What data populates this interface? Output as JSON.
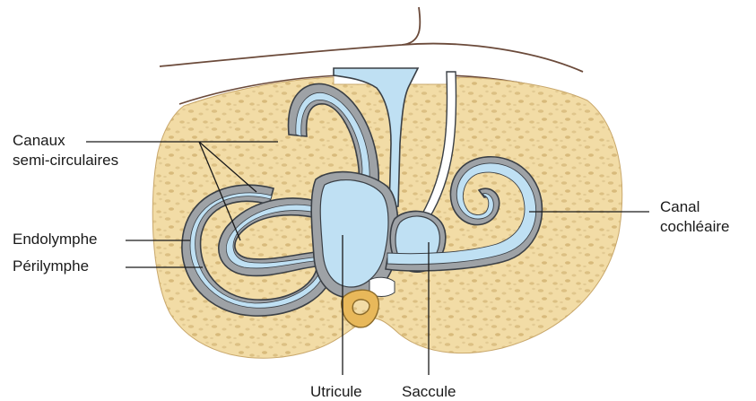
{
  "labels": {
    "canaux_line1": "Canaux",
    "canaux_line2": "semi-circulaires",
    "endolymphe": "Endolymphe",
    "perilymphe": "Périlymphe",
    "canal_line1": "Canal",
    "canal_line2": "cochléaire",
    "utricule": "Utricule",
    "saccule": "Saccule"
  },
  "colors": {
    "bone": "#f2dca6",
    "bone_speckle": "#d9bc7e",
    "perilymph_gray": "#9ea2a6",
    "endolymph_blue": "#bfe0f3",
    "outline": "#3a3f45",
    "tissue_line": "#6b4a3a",
    "ossicle": "#e8b85a"
  }
}
